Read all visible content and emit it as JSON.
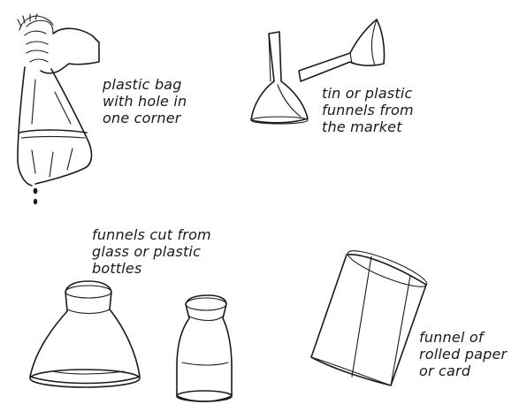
{
  "labels": {
    "plastic_bag": "plastic bag\nwith hole in\none corner",
    "tin_funnels": "tin or plastic\nfunnels from\nthe market",
    "bottle_funnels": "funnels cut from\nglass or plastic\nbottles",
    "paper_funnel": "funnel of\nrolled paper\nor card"
  },
  "colors": {
    "ink": "#1a1a1a",
    "background": "#ffffff"
  }
}
